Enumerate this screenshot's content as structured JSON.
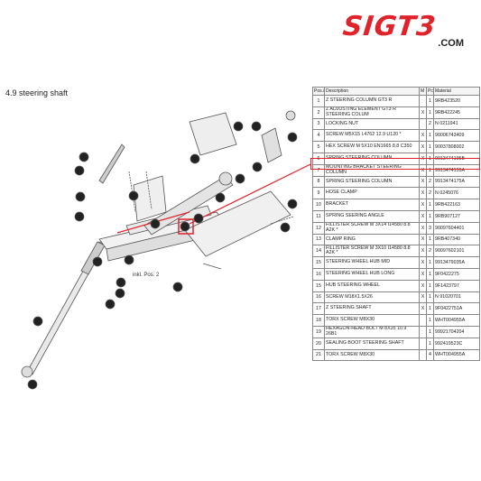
{
  "brand": {
    "name": "SIGT3",
    "domain": ".COM"
  },
  "section": {
    "title": "4.9  steering shaft"
  },
  "diagram": {
    "callouts": [
      "1",
      "2",
      "3",
      "4",
      "5",
      "6",
      "7",
      "8",
      "9",
      "10",
      "11",
      "12",
      "13",
      "14",
      "15",
      "16",
      "17",
      "18",
      "19",
      "20",
      "21",
      "22",
      "23",
      "24",
      "25"
    ],
    "note": "inkl. Pos. 2"
  },
  "table": {
    "headers": {
      "pos": "Pos./No.",
      "desc": "Description",
      "m": "M",
      "pc": "Pc",
      "material": "Material"
    },
    "rows": [
      {
        "pos": "1",
        "desc": "Z STEERING COLUMN GT3 R",
        "m": "",
        "pc": "1",
        "material": "9RB423520"
      },
      {
        "pos": "2",
        "desc": "Z ADJUSTING ELEMENT GT3 R STEERING COLUM",
        "m": "X",
        "pc": "1",
        "material": "9RB422245"
      },
      {
        "pos": "3",
        "desc": "LOCKING NUT",
        "m": "",
        "pc": "2",
        "material": "N 0211941"
      },
      {
        "pos": "4",
        "desc": "SCREW M5X15 I.4762 12.9 U120 *",
        "m": "X",
        "pc": "1",
        "material": "90006743409"
      },
      {
        "pos": "5",
        "desc": "HEX SCREW M 5X10 EN1665 8.8 C350",
        "m": "X",
        "pc": "1",
        "material": "90037808002"
      },
      {
        "pos": "6",
        "desc": "SPRING STEERING COLUMN",
        "m": "X",
        "pc": "1",
        "material": "9913474195B"
      },
      {
        "pos": "7",
        "desc": "MOUNTING BRACKET STEERING COLUMN",
        "m": "X",
        "pc": "1",
        "material": "9913474155A"
      },
      {
        "pos": "8",
        "desc": "SPRING STEERING COLUMN",
        "m": "X",
        "pc": "2",
        "material": "9913474175A"
      },
      {
        "pos": "9",
        "desc": "HOSE CLAMP",
        "m": "X",
        "pc": "2",
        "material": "N 0245076"
      },
      {
        "pos": "10",
        "desc": "BRACKET",
        "m": "X",
        "pc": "1",
        "material": "9RB422163"
      },
      {
        "pos": "11",
        "desc": "SPRING SEERING ANGLE",
        "m": "X",
        "pc": "1",
        "material": "9RB907127"
      },
      {
        "pos": "12",
        "desc": "FILLISTER SCREW M 3X14 I14580 8.8 A2K *",
        "m": "X",
        "pc": "3",
        "material": "90097604401"
      },
      {
        "pos": "13",
        "desc": "CLAMP RING",
        "m": "X",
        "pc": "1",
        "material": "9RB407340"
      },
      {
        "pos": "14",
        "desc": "FILLISTER SCREW M 3X10 I14580 8.8 A2K *",
        "m": "X",
        "pc": "2",
        "material": "90097602101"
      },
      {
        "pos": "15",
        "desc": "STEERING WHEEL HUB MID",
        "m": "X",
        "pc": "1",
        "material": "9913479035A"
      },
      {
        "pos": "16",
        "desc": "STEERING WHEEL HUB LONG",
        "m": "X",
        "pc": "1",
        "material": "9F0422275"
      },
      {
        "pos": "15",
        "desc": "HUB STEERING WHEEL",
        "m": "X",
        "pc": "1",
        "material": "9F1423797"
      },
      {
        "pos": "16",
        "desc": "SCREW M18X1.5X26",
        "m": "X",
        "pc": "1",
        "material": "N 91020701"
      },
      {
        "pos": "17",
        "desc": "Z STEERING SHAFT",
        "m": "X",
        "pc": "1",
        "material": "9F0422751A"
      },
      {
        "pos": "18",
        "desc": "TORX SCREW M8X30",
        "m": "",
        "pc": "1",
        "material": "WHT004955A"
      },
      {
        "pos": "19",
        "desc": "HEXAGON-HEAD BOLT M 8X35 10.9 26B1",
        "m": "",
        "pc": "1",
        "material": "99921704204"
      },
      {
        "pos": "20",
        "desc": "SEALING BOOT STEERING SHAFT",
        "m": "",
        "pc": "1",
        "material": "992419523C"
      },
      {
        "pos": "21",
        "desc": "TORX SCREW M8X30",
        "m": "",
        "pc": "4",
        "material": "WHT004955A"
      }
    ]
  },
  "colors": {
    "brand": "#e0222a",
    "highlight": "#e0222a",
    "line": "#555555"
  },
  "highlighted_pos": "6"
}
